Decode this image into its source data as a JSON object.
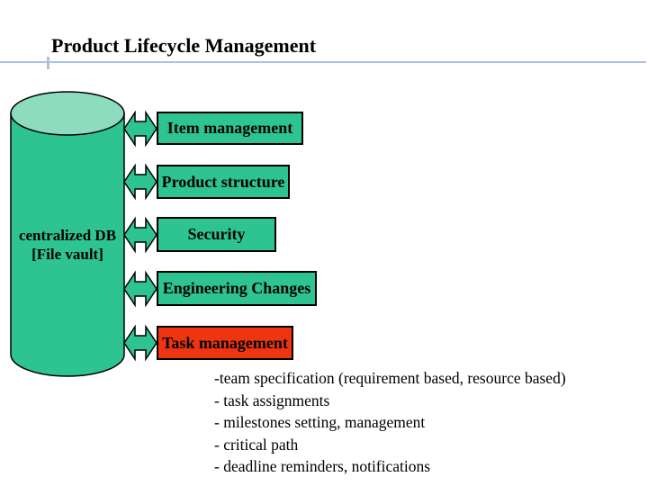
{
  "slide": {
    "title": "Product Lifecycle Management"
  },
  "database": {
    "label_line1": "centralized DB",
    "label_line2": "[File vault]"
  },
  "modules": [
    {
      "label": "Item management"
    },
    {
      "label": "Product structure"
    },
    {
      "label": "Security"
    },
    {
      "label": "Engineering Changes"
    },
    {
      "label": "Task management"
    }
  ],
  "task_details": [
    "-team specification (requirement based, resource based)",
    "- task assignments",
    "- milestones setting, management",
    "- critical path",
    "- deadline reminders, notifications"
  ],
  "colors": {
    "module_green": "#2ec491",
    "cylinder_top_green": "#8edcbe",
    "task_red": "#ee3511",
    "underline_blue": "#a8c4e2",
    "outline_black": "#000000"
  }
}
